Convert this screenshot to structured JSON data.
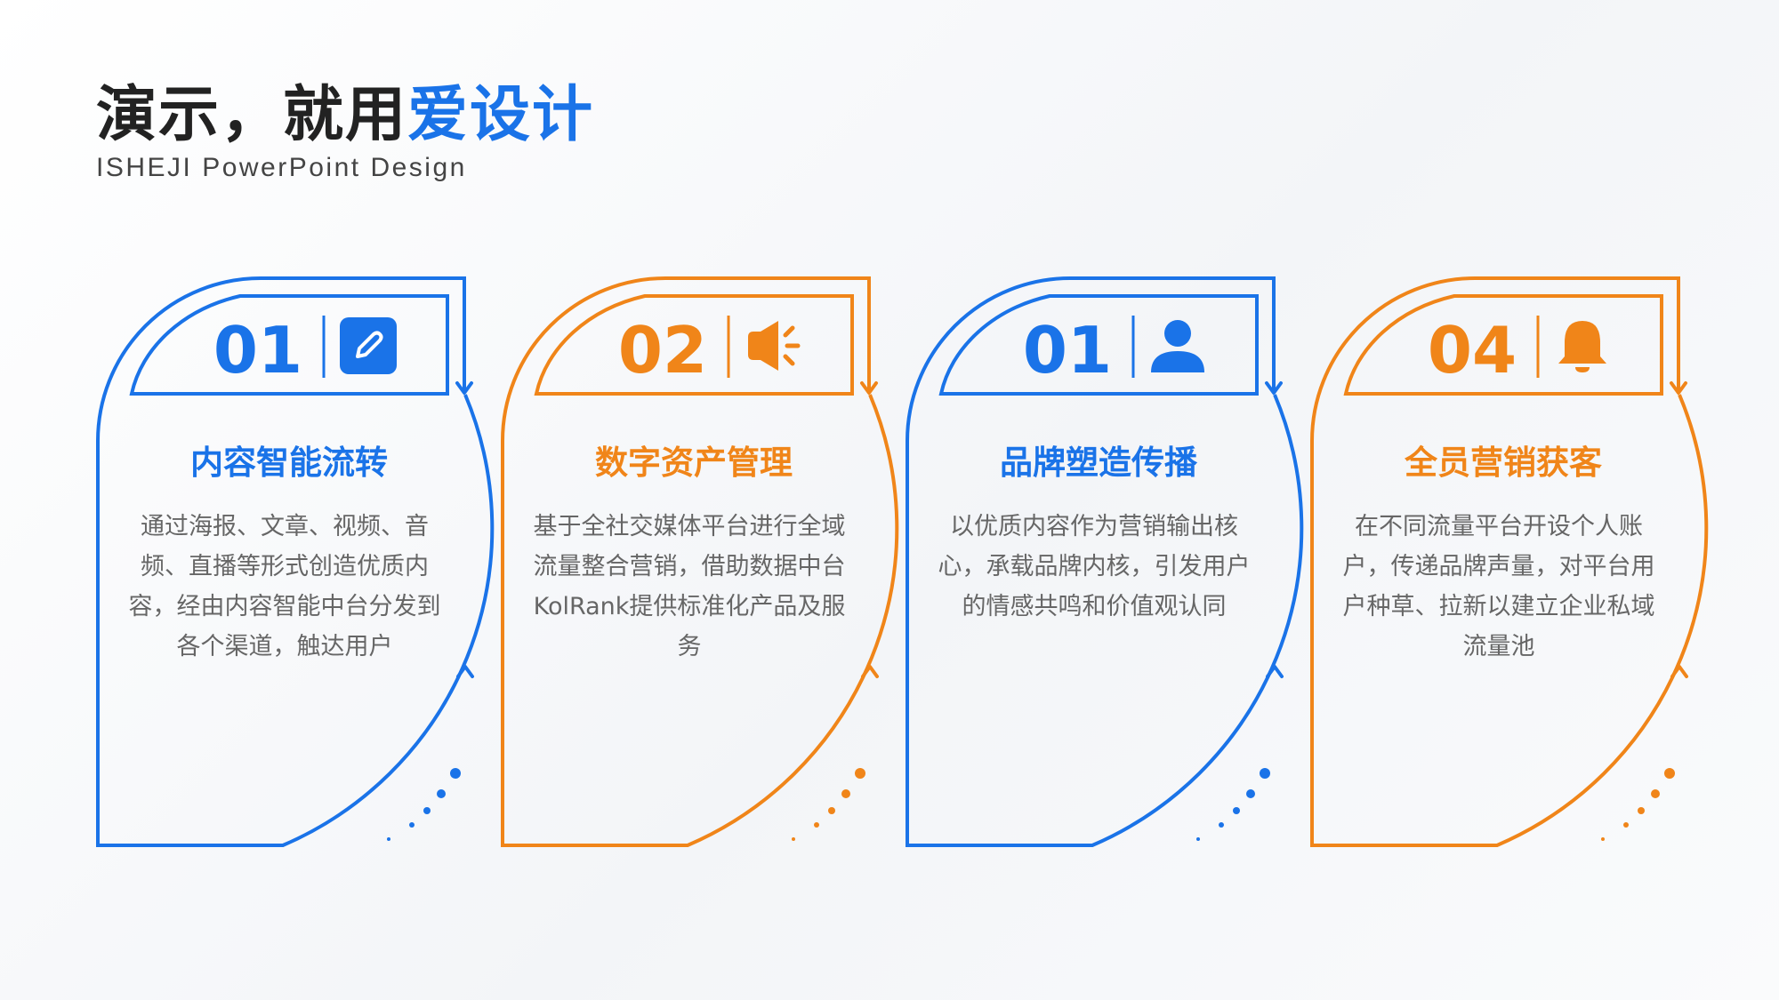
{
  "header": {
    "title_main": "演示，就用",
    "title_accent": "爱设计",
    "subtitle": "ISHEJI PowerPoint Design"
  },
  "colors": {
    "blue": "#1a73e8",
    "orange": "#f08519"
  },
  "cards": [
    {
      "number": "01",
      "icon": "edit-icon",
      "title": "内容智能流转",
      "desc": "通过海报、文章、视频、音频、直播等形式创造优质内容，经由内容智能中台分发到各个渠道，触达用户"
    },
    {
      "number": "02",
      "icon": "speaker-icon",
      "title": "数字资产管理",
      "desc": "基于全社交媒体平台进行全域流量整合营销，借助数据中台KolRank提供标准化产品及服务"
    },
    {
      "number": "01",
      "icon": "user-icon",
      "title": "品牌塑造传播",
      "desc": "以优质内容作为营销输出核心，承载品牌内核，引发用户的情感共鸣和价值观认同"
    },
    {
      "number": "04",
      "icon": "bell-icon",
      "title": "全员营销获客",
      "desc": "在不同流量平台开设个人账户，传递品牌声量，对平台用户种草、拉新以建立企业私域流量池"
    }
  ]
}
